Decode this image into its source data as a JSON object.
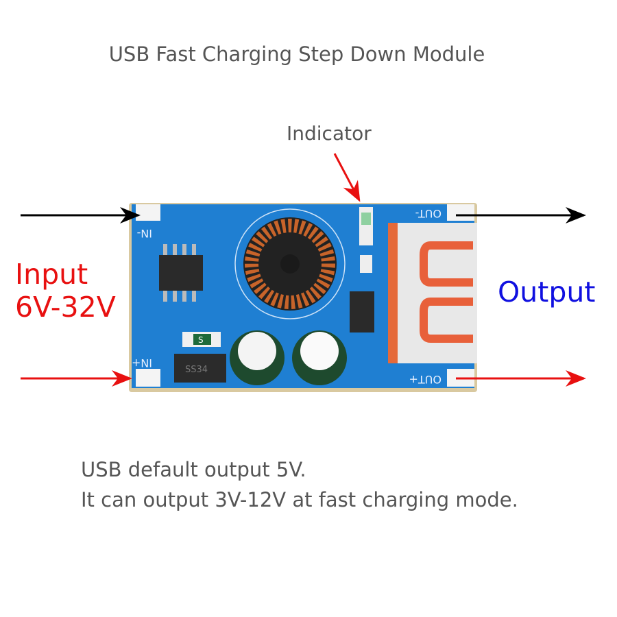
{
  "title": "USB Fast Charging Step Down Module",
  "indicator_label": "Indicator",
  "input": {
    "label": "Input",
    "range": "6V-32V"
  },
  "output": {
    "label": "Output"
  },
  "notes": [
    "USB default output 5V.",
    "It can output 3V-12V at fast charging mode."
  ],
  "board": {
    "pads": [
      "IN-",
      "IN+",
      "OUT-",
      "OUT+"
    ],
    "chip_marking": "SS34",
    "diode_marking": "S"
  },
  "colors": {
    "text": "#555555",
    "input": "#e81010",
    "output": "#1010e0",
    "pcb": "#1f7fd2",
    "arrow_negative": "#000000",
    "arrow_positive": "#e81010"
  }
}
